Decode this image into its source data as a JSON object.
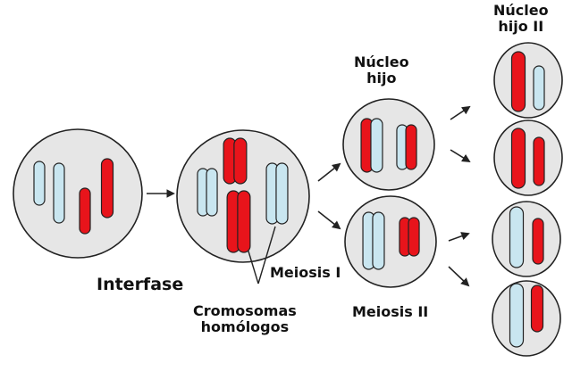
{
  "colors": {
    "cell_fill": "#e6e6e6",
    "cell_stroke": "#222222",
    "red_chromosome": "#e8141b",
    "blue_chromosome": "#c9e6f0",
    "chromosome_outline": "#222222",
    "arrow": "#222222"
  },
  "labels": {
    "interphase": "Interfase",
    "meiosis_1": "Meiosis I",
    "meiosis_2": "Meiosis II",
    "daughter_nucleus": [
      "Núcleo",
      "hijo"
    ],
    "daughter_nucleus_2": [
      "Núcleo",
      "hijo II"
    ],
    "homologous_chromosomes": [
      "Cromosomas",
      "homólogos"
    ]
  }
}
